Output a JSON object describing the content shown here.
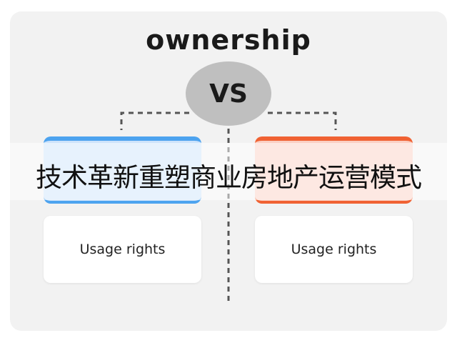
{
  "diagram": {
    "title": "ownership",
    "center_label": "VS",
    "left_card_text": "Usage rights",
    "right_card_text": "Usage rights",
    "banner_text": "技术革新重塑商业房地产运营模式",
    "colors": {
      "left_accent": "#4da3ef",
      "left_fill": "#cfe4fb",
      "right_accent": "#f06233",
      "right_fill": "#fbd0c4",
      "vs_fill": "#bfbfbf",
      "connector": "#555555"
    }
  }
}
